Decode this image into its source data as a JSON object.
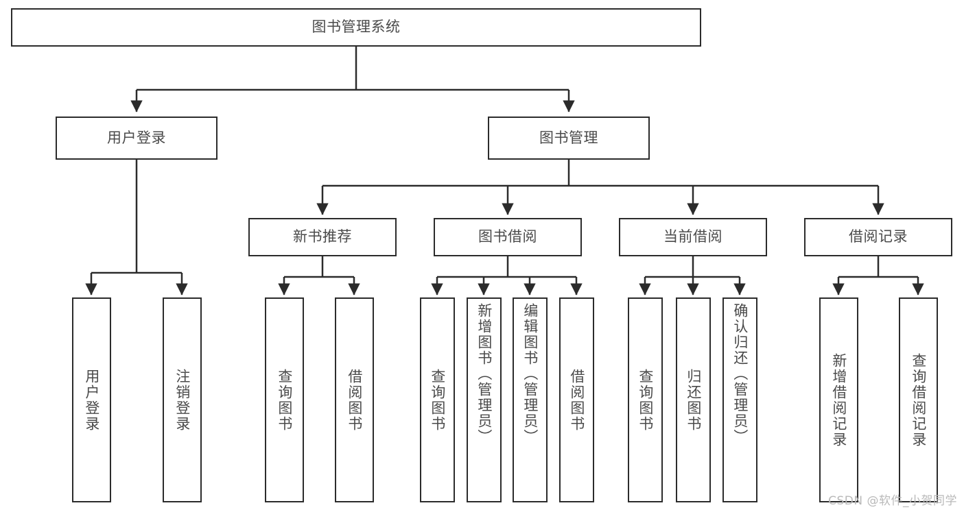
{
  "diagram": {
    "title_node": {
      "label": "图书管理系统"
    },
    "level2": [
      {
        "label": "用户登录"
      },
      {
        "label": "图书管理"
      }
    ],
    "level3": [
      {
        "label": "新书推荐"
      },
      {
        "label": "图书借阅"
      },
      {
        "label": "当前借阅"
      },
      {
        "label": "借阅记录"
      }
    ],
    "leaves": {
      "user_login": [
        {
          "label": "用户登录"
        },
        {
          "label": "注销登录"
        }
      ],
      "new_book_recommend": [
        {
          "label": "查询图书"
        },
        {
          "label": "借阅图书"
        }
      ],
      "book_borrow": [
        {
          "label": "查询图书"
        },
        {
          "label": "新增图书（管理员）"
        },
        {
          "label": "编辑图书（管理员）"
        },
        {
          "label": "借阅图书"
        }
      ],
      "current_borrow": [
        {
          "label": "查询图书"
        },
        {
          "label": "归还图书"
        },
        {
          "label": "确认归还（管理员）"
        }
      ],
      "borrow_record": [
        {
          "label": "新增借阅记录"
        },
        {
          "label": "查询借阅记录"
        }
      ]
    },
    "watermark": "CSDN @软件_小贺同学",
    "colors": {
      "border": "#2b2b2b",
      "text": "#4a4a4a",
      "background": "#ffffff",
      "watermark": "#b9b9b9"
    }
  }
}
